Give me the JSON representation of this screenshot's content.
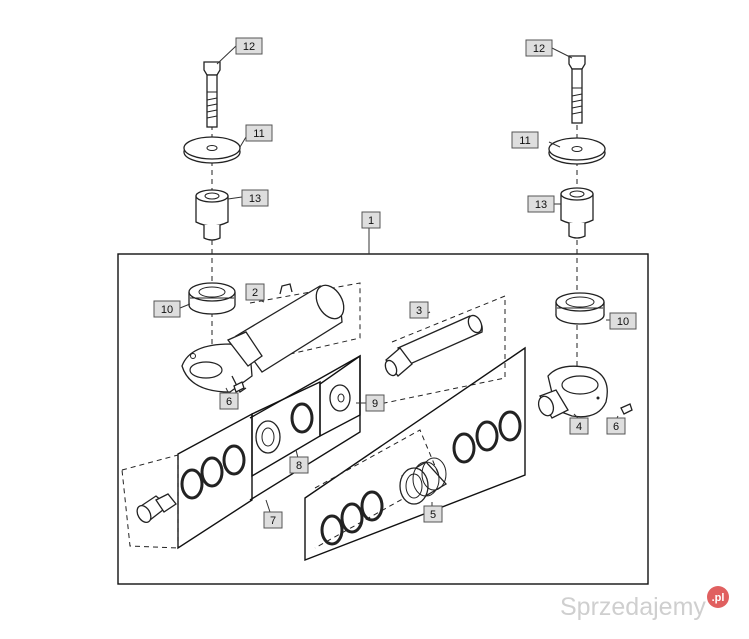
{
  "callouts": {
    "c1": "1",
    "c2": "2",
    "c3": "3",
    "c4": "4",
    "c5": "5",
    "c6a": "6",
    "c6b": "6",
    "c7": "7",
    "c8": "8",
    "c9": "9",
    "c10a": "10",
    "c10b": "10",
    "c11a": "11",
    "c11b": "11",
    "c12a": "12",
    "c12b": "12",
    "c13a": "13",
    "c13b": "13"
  },
  "watermark": {
    "text": "Sprzedajemy",
    "suffix": ".pl"
  }
}
